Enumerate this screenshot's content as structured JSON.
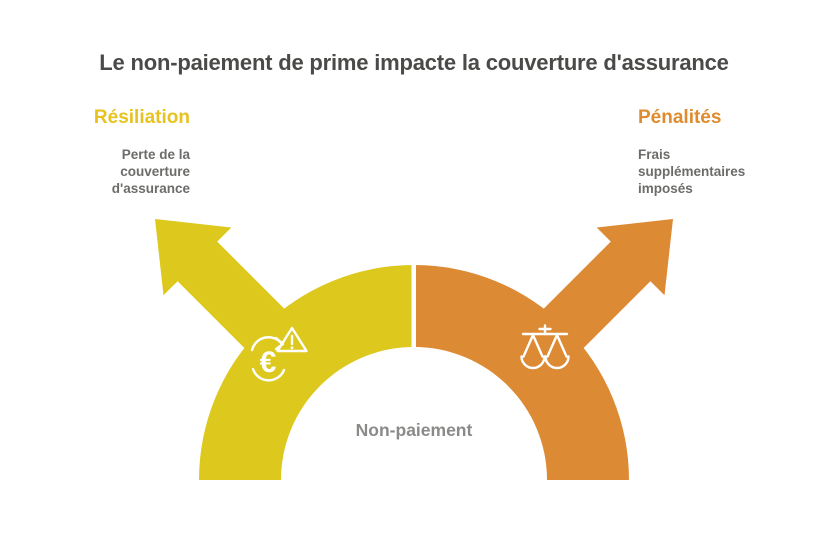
{
  "title": "Le non-paiement de prime impacte la couverture d'assurance",
  "center_label": "Non-paiement",
  "left_outcome": {
    "heading": "Résiliation",
    "description_lines": [
      "Perte de la",
      "couverture",
      "d'assurance"
    ],
    "icon": "euro-cycle-warning-icon"
  },
  "right_outcome": {
    "heading": "Pénalités",
    "description_lines": [
      "Frais",
      "supplémentaires",
      "imposés"
    ],
    "icon": "scales-of-justice-icon"
  },
  "icons": {
    "euro_symbol": "€"
  },
  "colors": {
    "arch_yellow": "#ddc81e",
    "arch_orange": "#dd8a34",
    "heading_yellow": "#e7c320",
    "heading_orange": "#df8c2e",
    "title_gray": "#4a4a48",
    "description_gray": "#6c6c6a",
    "center_label_gray": "#8a8a88",
    "outline_white": "#ffffff"
  }
}
